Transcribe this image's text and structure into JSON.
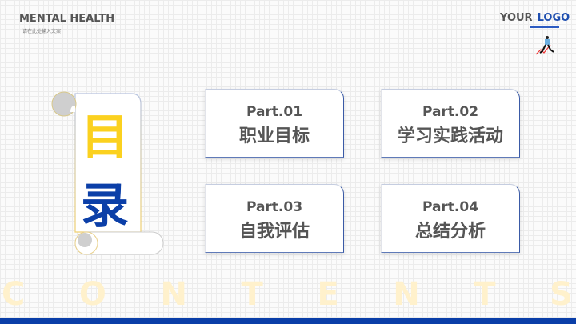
{
  "header": {
    "title": "MENTAL HEALTH",
    "subtitle": "请在此处输入文案",
    "logo_your": "YOUR",
    "logo_logo": "LOGO"
  },
  "scroll": {
    "char1": "目",
    "char2": "录",
    "char1_color": "#fbd11f",
    "char2_color": "#0b3fa8"
  },
  "items": [
    {
      "part": "Part.01",
      "title": "职业目标"
    },
    {
      "part": "Part.02",
      "title": "学习实践活动"
    },
    {
      "part": "Part.03",
      "title": "自我评估"
    },
    {
      "part": "Part.04",
      "title": "总结分析"
    }
  ],
  "watermark": [
    "C",
    "O",
    "N",
    "T",
    "E",
    "N",
    "T",
    "S"
  ],
  "colors": {
    "accent": "#0b3fa8",
    "yellow": "#fbd11f"
  }
}
